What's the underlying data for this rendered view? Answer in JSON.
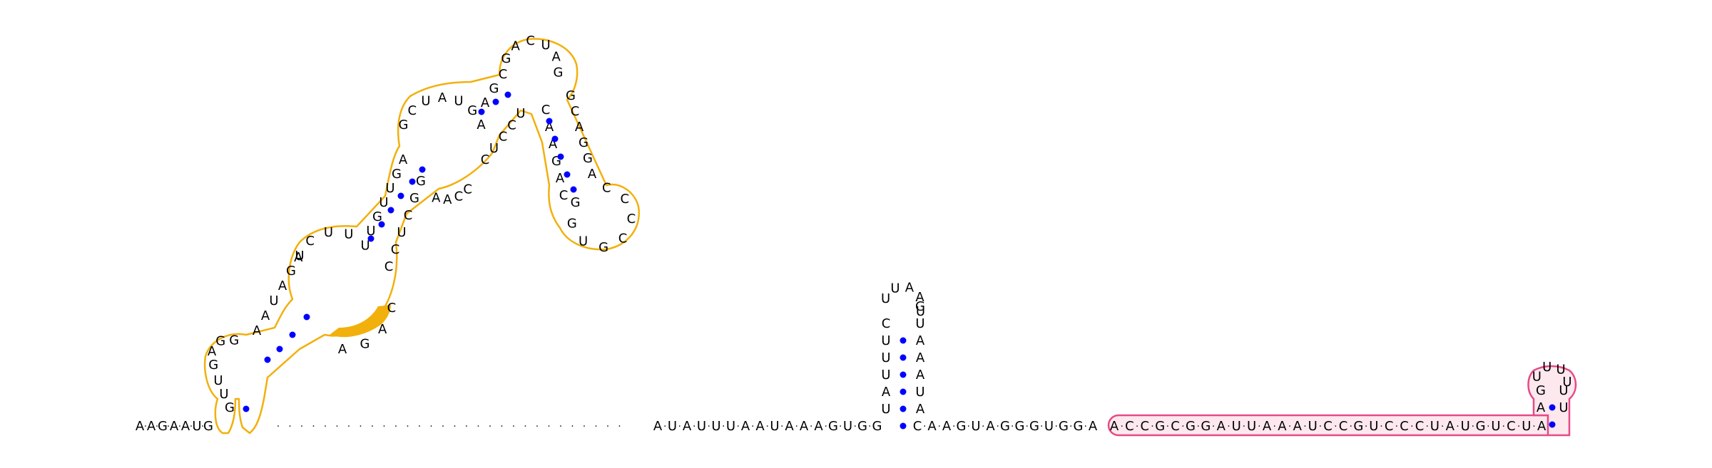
{
  "colors": {
    "nucleotide_text": "#000000",
    "base_pair_dot": "#0000ff",
    "domain_outline": "#f2b00c",
    "domain_fill_highlight": "#f2b00c",
    "region_outline": "#e64a86",
    "region_fill": "#fde8ee"
  },
  "sequence": {
    "five_prime_tail": "AAGAAUG",
    "stem_loop_domain_left": "GUUGAGGAAUAGUACUUUUGUUGAGCUAUGAAGCGACUAGGCAGGACCCCGUGGCAGAACUCCUCCCAAGGCUCCCAGA",
    "gap_dots": 30,
    "middle_segment": "AUAUUUAAUAAAGUGG",
    "hairpin": {
      "left_stem": "CUUUAU",
      "loop": "UUAAU",
      "right_stem": "AUAAAUG"
    },
    "after_hairpin": "CAAGUAGGGUGGA",
    "boxed_region": "ACCGCGGAUUAAAUCCGUCCCUAUGUCUA",
    "terminal_hairpin": "AGUUUUUU"
  }
}
